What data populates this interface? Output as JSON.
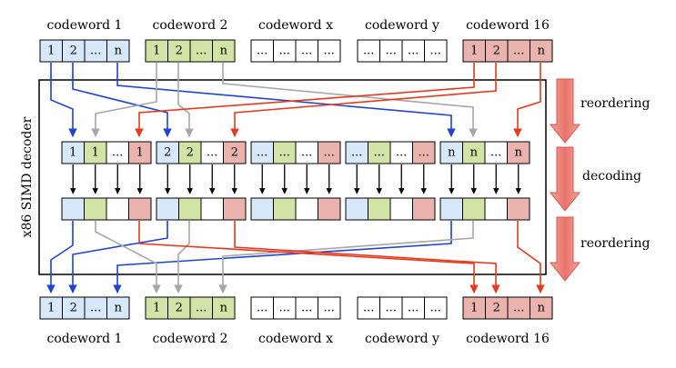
{
  "colors": {
    "blue": "#d6e8f9",
    "green": "#d2e3a6",
    "red": "#eab3ae",
    "white": "#ffffff",
    "arrow_blue": "#1f43d8",
    "arrow_gray": "#a7a7a7",
    "arrow_red": "#e8391b",
    "arrow_black": "#000000",
    "stage_arrow": "#e9736a"
  },
  "labels": {
    "decoder": "x86 SIMD decoder",
    "stage_reordering_top": "reordering",
    "stage_decoding": "decoding",
    "stage_reordering_bottom": "reordering"
  },
  "top_codewords": [
    {
      "label": "codeword 1",
      "color": "blue",
      "cells": [
        "1",
        "2",
        "...",
        "n"
      ]
    },
    {
      "label": "codeword 2",
      "color": "green",
      "cells": [
        "1",
        "2",
        "...",
        "n"
      ]
    },
    {
      "label": "codeword x",
      "color": "white",
      "cells": [
        "...",
        "...",
        "...",
        "..."
      ]
    },
    {
      "label": "codeword y",
      "color": "white",
      "cells": [
        "...",
        "...",
        "...",
        "..."
      ]
    },
    {
      "label": "codeword 16",
      "color": "red",
      "cells": [
        "1",
        "2",
        "...",
        "n"
      ]
    }
  ],
  "middle_groups": [
    {
      "cells": [
        {
          "t": "1",
          "c": "blue"
        },
        {
          "t": "1",
          "c": "green"
        },
        {
          "t": "...",
          "c": "white"
        },
        {
          "t": "1",
          "c": "red"
        }
      ]
    },
    {
      "cells": [
        {
          "t": "2",
          "c": "blue"
        },
        {
          "t": "2",
          "c": "green"
        },
        {
          "t": "...",
          "c": "white"
        },
        {
          "t": "2",
          "c": "red"
        }
      ]
    },
    {
      "cells": [
        {
          "t": "...",
          "c": "blue"
        },
        {
          "t": "...",
          "c": "green"
        },
        {
          "t": "...",
          "c": "white"
        },
        {
          "t": "...",
          "c": "red"
        }
      ]
    },
    {
      "cells": [
        {
          "t": "...",
          "c": "blue"
        },
        {
          "t": "...",
          "c": "green"
        },
        {
          "t": "...",
          "c": "white"
        },
        {
          "t": "...",
          "c": "red"
        }
      ]
    },
    {
      "cells": [
        {
          "t": "n",
          "c": "blue"
        },
        {
          "t": "n",
          "c": "green"
        },
        {
          "t": "...",
          "c": "white"
        },
        {
          "t": "n",
          "c": "red"
        }
      ]
    }
  ],
  "decoded_colors": [
    "blue",
    "green",
    "white",
    "red"
  ],
  "bottom_codewords": [
    {
      "label": "codeword 1",
      "color": "blue",
      "cells": [
        "1",
        "2",
        "...",
        "n"
      ]
    },
    {
      "label": "codeword 2",
      "color": "green",
      "cells": [
        "1",
        "2",
        "...",
        "n"
      ]
    },
    {
      "label": "codeword x",
      "color": "white",
      "cells": [
        "...",
        "...",
        "...",
        "..."
      ]
    },
    {
      "label": "codeword y",
      "color": "white",
      "cells": [
        "...",
        "...",
        "...",
        "..."
      ]
    },
    {
      "label": "codeword 16",
      "color": "red",
      "cells": [
        "1",
        "2",
        "...",
        "n"
      ]
    }
  ]
}
